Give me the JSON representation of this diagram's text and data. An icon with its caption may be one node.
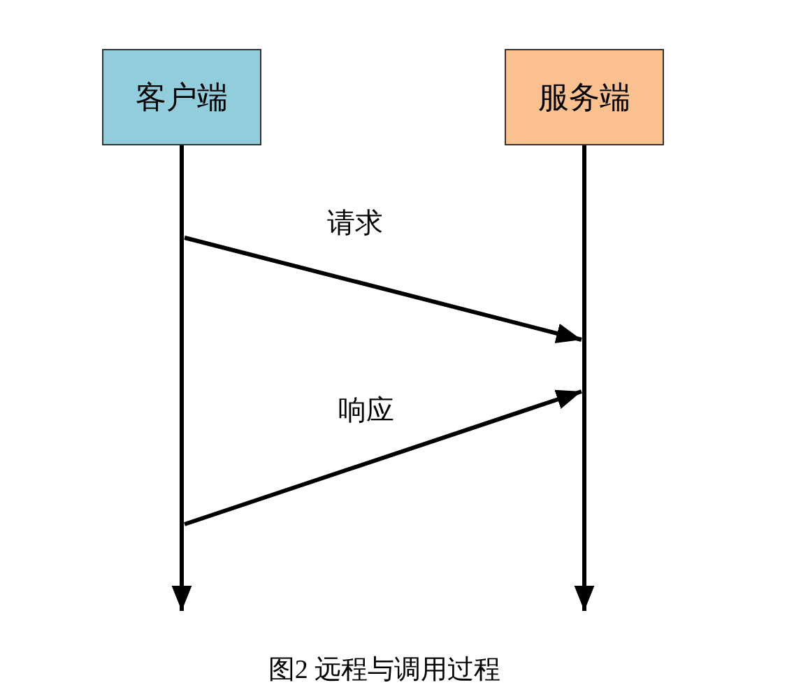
{
  "diagram": {
    "caption": "图2 远程与调用过程",
    "nodes": [
      {
        "text": [
          "客户端"
        ]
      },
      {
        "text": [
          "服务端"
        ]
      }
    ],
    "edges": [
      {
        "from": 0,
        "to": null,
        "arrow": "to"
      },
      {
        "from": 1,
        "to": null,
        "arrow": "to"
      },
      {
        "from": 0,
        "to": 1,
        "arrow": "to",
        "label": "请求"
      },
      {
        "from": 0,
        "to": 1,
        "arrow": "to",
        "label": "响应"
      }
    ]
  }
}
